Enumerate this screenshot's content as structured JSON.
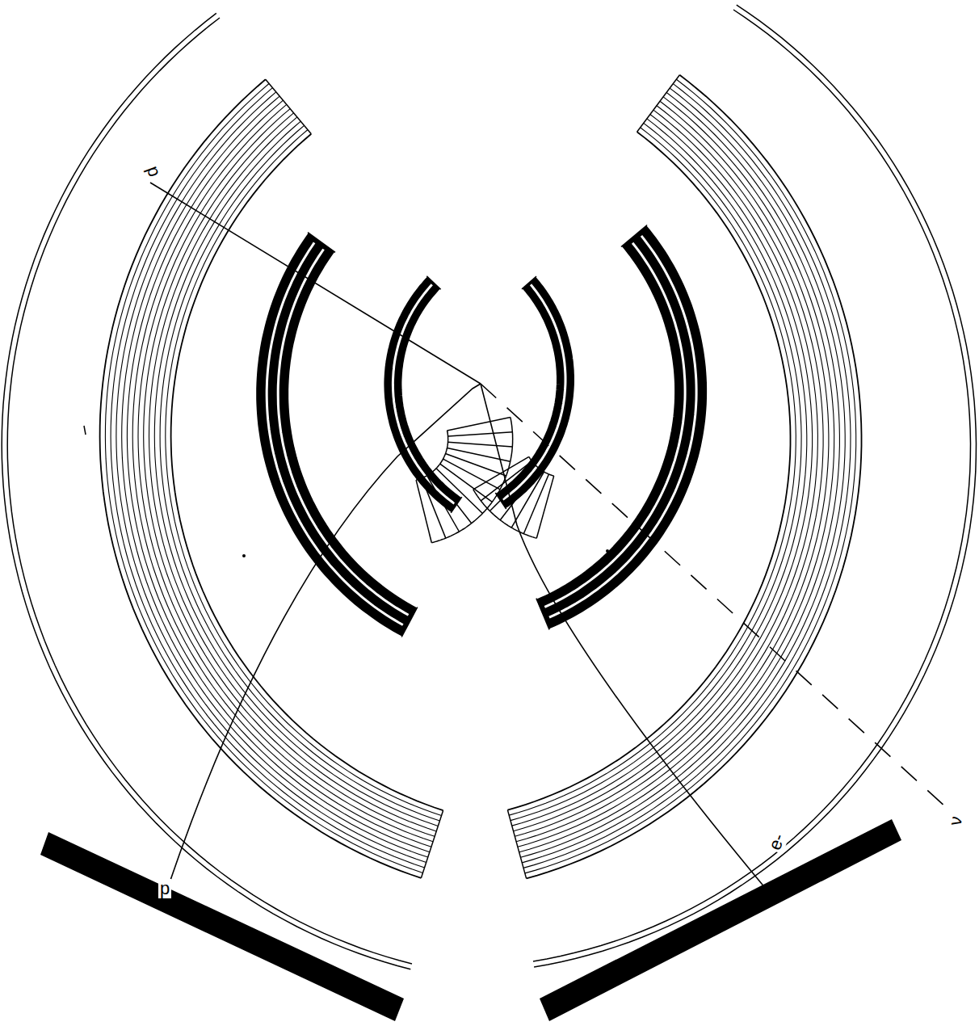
{
  "diagram": {
    "labels": [
      "p",
      "e-",
      "ν",
      "p"
    ]
  }
}
